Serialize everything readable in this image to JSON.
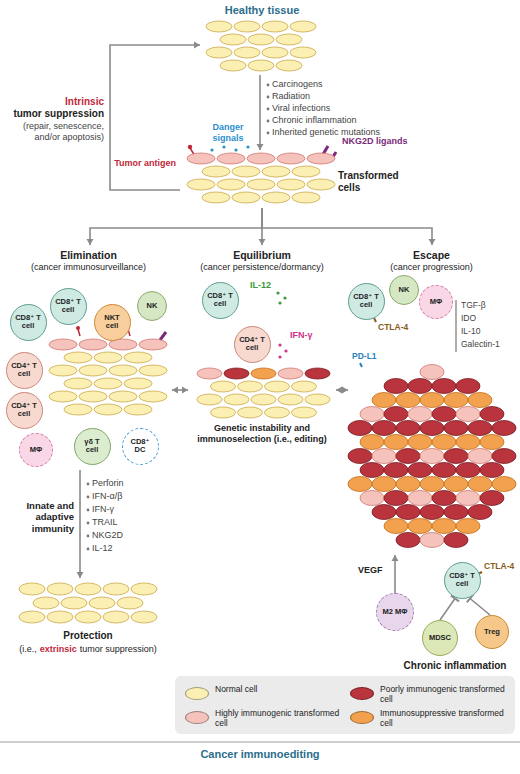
{
  "diagram": {
    "caption": "Cancer immunoediting",
    "nodes": [
      {
        "text": [
          "Healthy tissue"
        ]
      },
      {
        "text": [
          "Transformed cells"
        ]
      },
      {
        "text": [
          "Elimination",
          "(cancer immunosurveillance)"
        ]
      },
      {
        "text": [
          "Equilibrium",
          "(cancer persistence/dormancy)",
          "Genetic instability and immunoselection (i.e., editing)"
        ]
      },
      {
        "text": [
          "Escape",
          "(cancer progression)"
        ]
      },
      {
        "text": [
          "Protection",
          "(i.e.,",
          "extrinsic",
          "tumor suppression)"
        ]
      },
      {
        "text": [
          "CD8⁺ T cell"
        ],
        "in": 2
      },
      {
        "text": [
          "CD8⁺ T cell"
        ],
        "in": 2
      },
      {
        "text": [
          "NKT cell"
        ],
        "in": 2
      },
      {
        "text": [
          "NK"
        ],
        "in": 2
      },
      {
        "text": [
          "CD4⁺ T cell"
        ],
        "in": 2
      },
      {
        "text": [
          "CD4⁺ T cell"
        ],
        "in": 2
      },
      {
        "text": [
          "MΦ"
        ],
        "in": 2
      },
      {
        "text": [
          "γδ T cell"
        ],
        "in": 2
      },
      {
        "text": [
          "CD8⁺ DC"
        ],
        "in": 2
      },
      {
        "text": [
          "CD8⁺ T cell"
        ],
        "in": 3
      },
      {
        "text": [
          "CD4⁺ T cell"
        ],
        "in": 3
      },
      {
        "text": [
          "CD8⁺ T cell"
        ],
        "in": 4
      },
      {
        "text": [
          "NK"
        ],
        "in": 4
      },
      {
        "text": [
          "MΦ"
        ],
        "in": 4
      },
      {
        "text": [
          "CD8⁺ T cell"
        ]
      },
      {
        "text": [
          "M2 MΦ"
        ]
      },
      {
        "text": [
          "MDSC"
        ]
      },
      {
        "text": [
          "Treg"
        ]
      }
    ],
    "edges": [
      {
        "from": 0,
        "to": 1,
        "arrow": "to"
      },
      {
        "from": 1,
        "to": 0,
        "arrow": "to"
      },
      {
        "from": 1,
        "to": 2,
        "arrow": "to"
      },
      {
        "from": 1,
        "to": 3,
        "arrow": "to"
      },
      {
        "from": 1,
        "to": 4,
        "arrow": "to"
      },
      {
        "from": 2,
        "to": 5,
        "arrow": "to"
      },
      {
        "from": 2,
        "to": 3,
        "arrow": "both"
      },
      {
        "from": 3,
        "to": 4,
        "arrow": "both"
      },
      {
        "from": 21,
        "to": 4,
        "label": "VEGF",
        "arrow": "to"
      },
      {
        "from": 22,
        "to": 20,
        "arrow": "to"
      },
      {
        "from": 23,
        "to": 20,
        "arrow": "to"
      }
    ],
    "labels": [
      "Carcinogens",
      "Radiation",
      "Viral infections",
      "Chronic inflammation",
      "Inherited genetic mutations",
      "Danger signals",
      "NKG2D ligands",
      "Tumor antigen",
      "Intrinsic",
      "tumor suppression",
      "(repair, senescence, and/or apoptosis)",
      "Innate and adaptive immunity",
      "Perforin",
      "IFN-α/β",
      "IFN-γ",
      "TRAIL",
      "NKG2D",
      "IL-12",
      "IL-12",
      "IFN-γ",
      "TGF-β",
      "IDO",
      "IL-10",
      "Galectin-1",
      "PD-L1",
      "CTLA-4",
      "CTLA-4",
      "Chronic inflammation"
    ],
    "legend": [
      {
        "text": "Normal cell",
        "color": "#fbefb4"
      },
      {
        "text": "Poorly immunogenic transformed cell",
        "color": "#b9343c"
      },
      {
        "text": "Highly immunogenic transformed cell",
        "color": "#f5c3bc"
      },
      {
        "text": "Immunosuppressive transformed cell",
        "color": "#f2a24e"
      }
    ]
  }
}
